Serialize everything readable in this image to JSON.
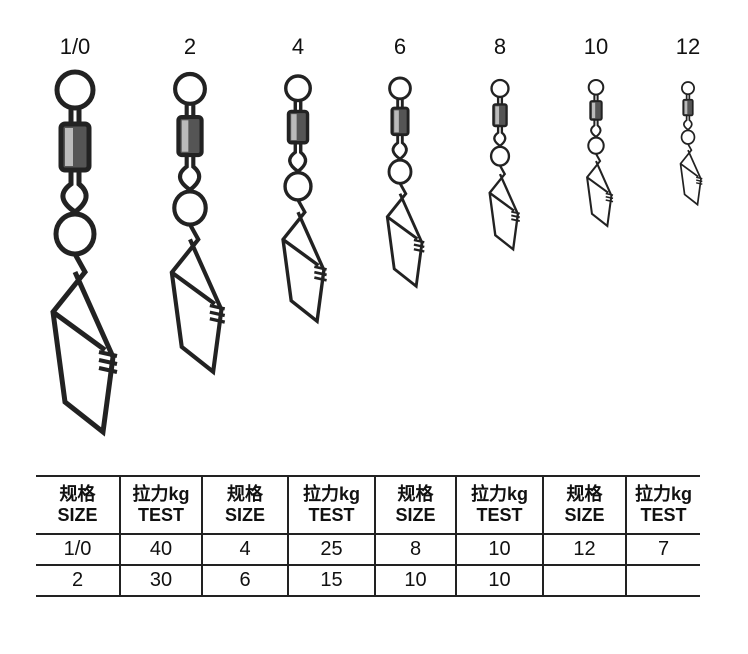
{
  "sizes": [
    "1/0",
    "2",
    "4",
    "6",
    "8",
    "10",
    "12"
  ],
  "table": {
    "header": [
      {
        "cn": "规格",
        "en": "SIZE"
      },
      {
        "cn": "拉力kg",
        "en": "TEST"
      },
      {
        "cn": "规格",
        "en": "SIZE"
      },
      {
        "cn": "拉力kg",
        "en": "TEST"
      },
      {
        "cn": "规格",
        "en": "SIZE"
      },
      {
        "cn": "拉力kg",
        "en": "TEST"
      },
      {
        "cn": "规格",
        "en": "SIZE"
      },
      {
        "cn": "拉力kg",
        "en": "TEST"
      }
    ],
    "rows": [
      [
        "1/0",
        "40",
        "4",
        "25",
        "8",
        "10",
        "12",
        "7"
      ],
      [
        "2",
        "30",
        "6",
        "15",
        "10",
        "10",
        "",
        ""
      ]
    ]
  }
}
